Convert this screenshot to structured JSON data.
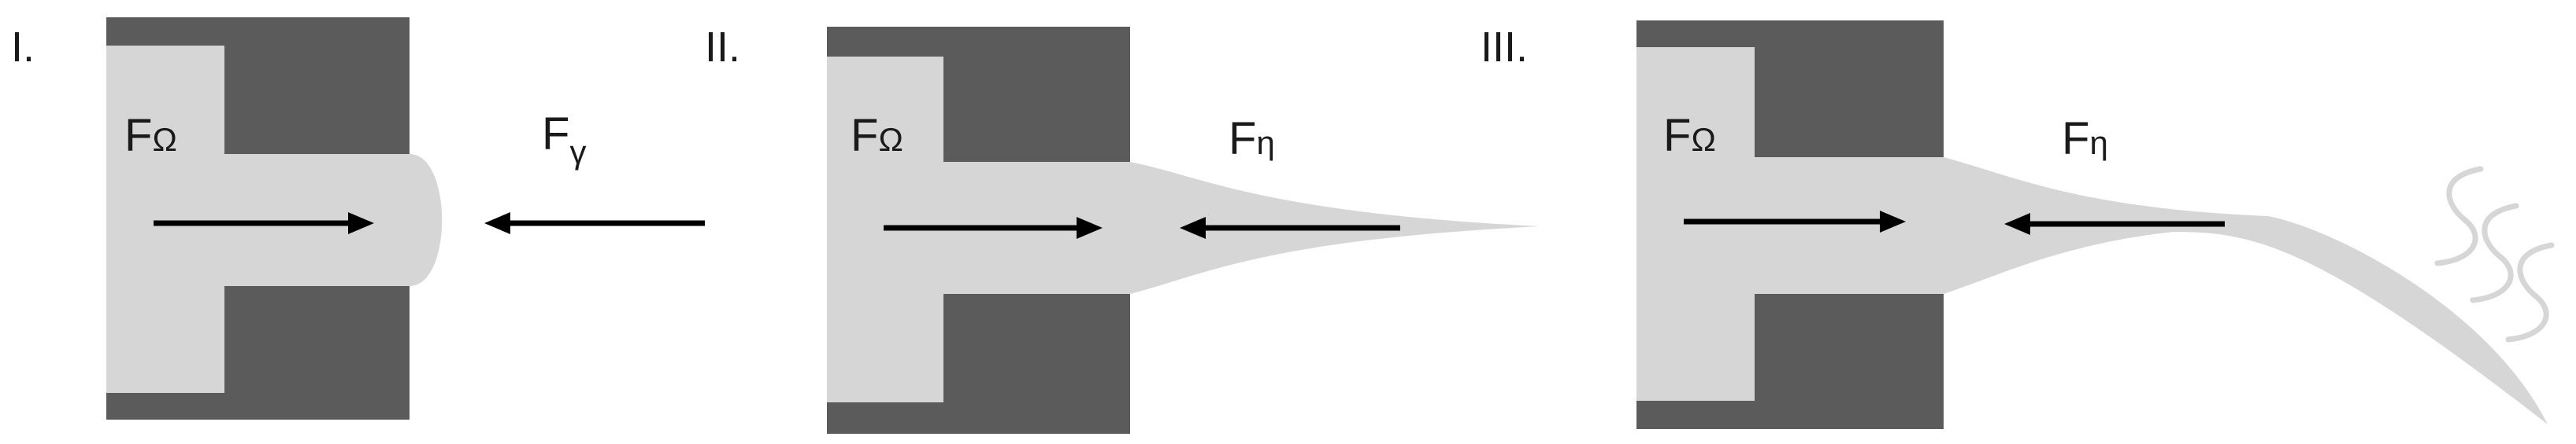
{
  "panels": [
    {
      "label": "I.",
      "forces": [
        {
          "symbol": "F",
          "subscript": "Ω"
        },
        {
          "symbol": "F",
          "subscript": "γ"
        }
      ]
    },
    {
      "label": "II.",
      "forces": [
        {
          "symbol": "F",
          "subscript": "Ω"
        },
        {
          "symbol": "F",
          "subscript": "η"
        }
      ]
    },
    {
      "label": "III.",
      "forces": [
        {
          "symbol": "F",
          "subscript": "Ω"
        },
        {
          "symbol": "F",
          "subscript": "η"
        }
      ]
    }
  ],
  "colors": {
    "block": "#5b5b5b",
    "fluid": "#d6d6d6",
    "arrow": "#000000",
    "text": "#1a1a1a"
  }
}
